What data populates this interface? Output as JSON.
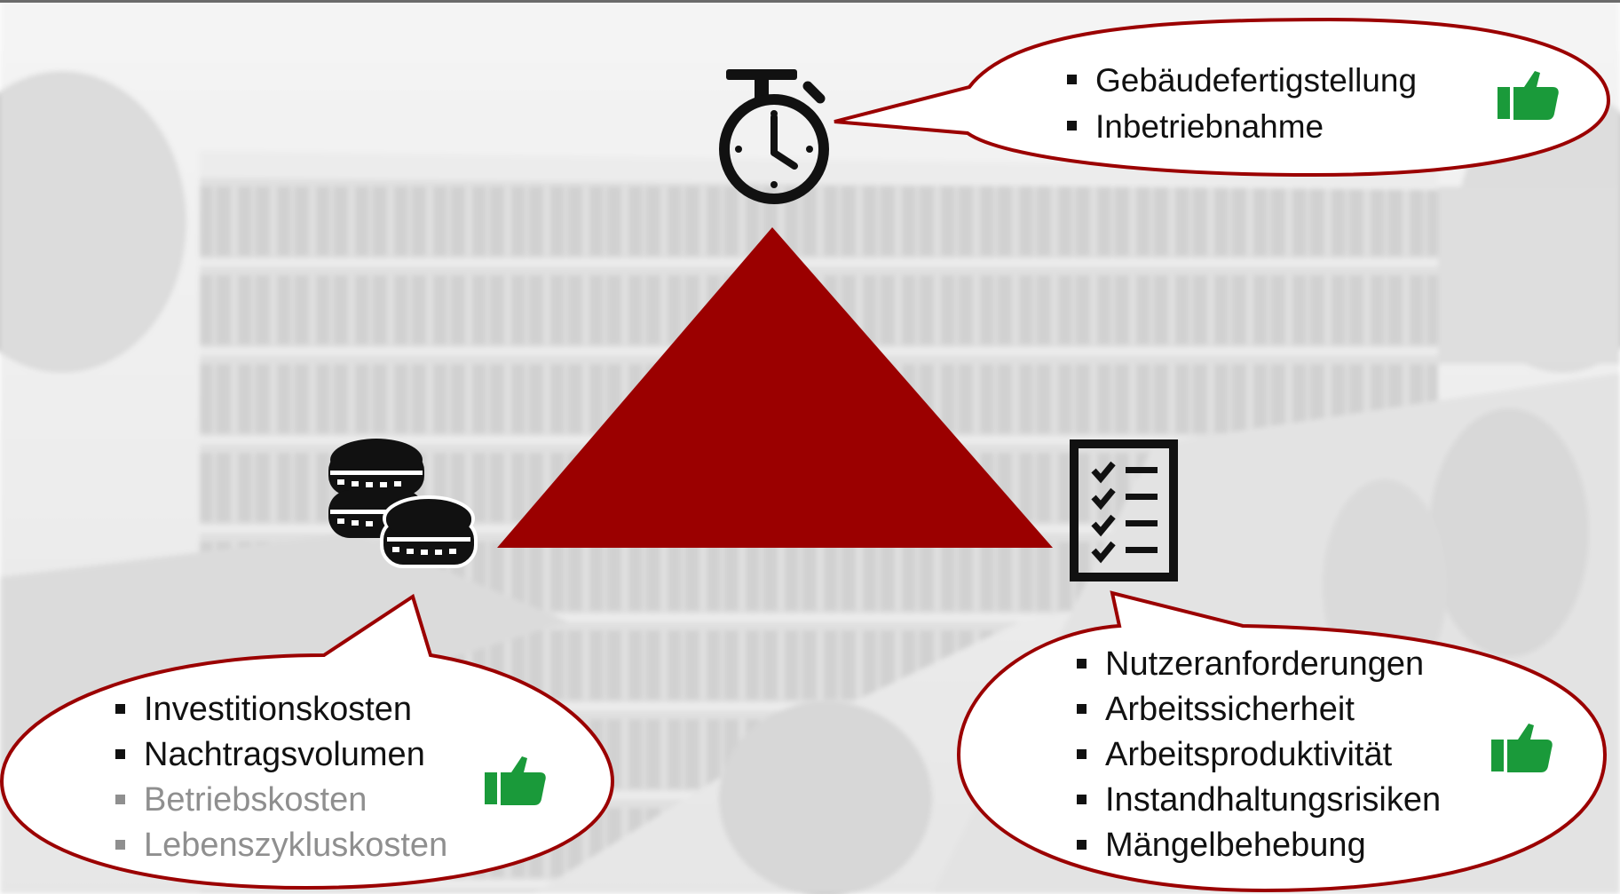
{
  "colors": {
    "accent": "#9b0000",
    "icon": "#111111",
    "thumb": "#1a9a3a",
    "text_default": "#111111",
    "text_muted": "#8f8f8f",
    "bubble_fill": "#ffffff"
  },
  "icons": {
    "time": "stopwatch-icon",
    "cost": "coins-stack-icon",
    "quality": "checklist-icon",
    "approval": "thumbs-up-icon"
  },
  "triangle": {
    "corners": [
      "time",
      "cost",
      "quality"
    ]
  },
  "time_bubble": {
    "items": [
      {
        "label": "Gebäudefertigstellung",
        "muted": false
      },
      {
        "label": "Inbetriebnahme",
        "muted": false
      }
    ],
    "approved": true
  },
  "cost_bubble": {
    "items": [
      {
        "label": "Investitionskosten",
        "muted": false
      },
      {
        "label": "Nachtragsvolumen",
        "muted": false
      },
      {
        "label": "Betriebskosten",
        "muted": true
      },
      {
        "label": "Lebenszykluskosten",
        "muted": true
      }
    ],
    "approved": true
  },
  "quality_bubble": {
    "items": [
      {
        "label": "Nutzeranforderungen",
        "muted": false
      },
      {
        "label": "Arbeitssicherheit",
        "muted": false
      },
      {
        "label": "Arbeitsproduktivität",
        "muted": false
      },
      {
        "label": "Instandhaltungsrisiken",
        "muted": false
      },
      {
        "label": "Mängelbehebung",
        "muted": false
      }
    ],
    "approved": true
  }
}
